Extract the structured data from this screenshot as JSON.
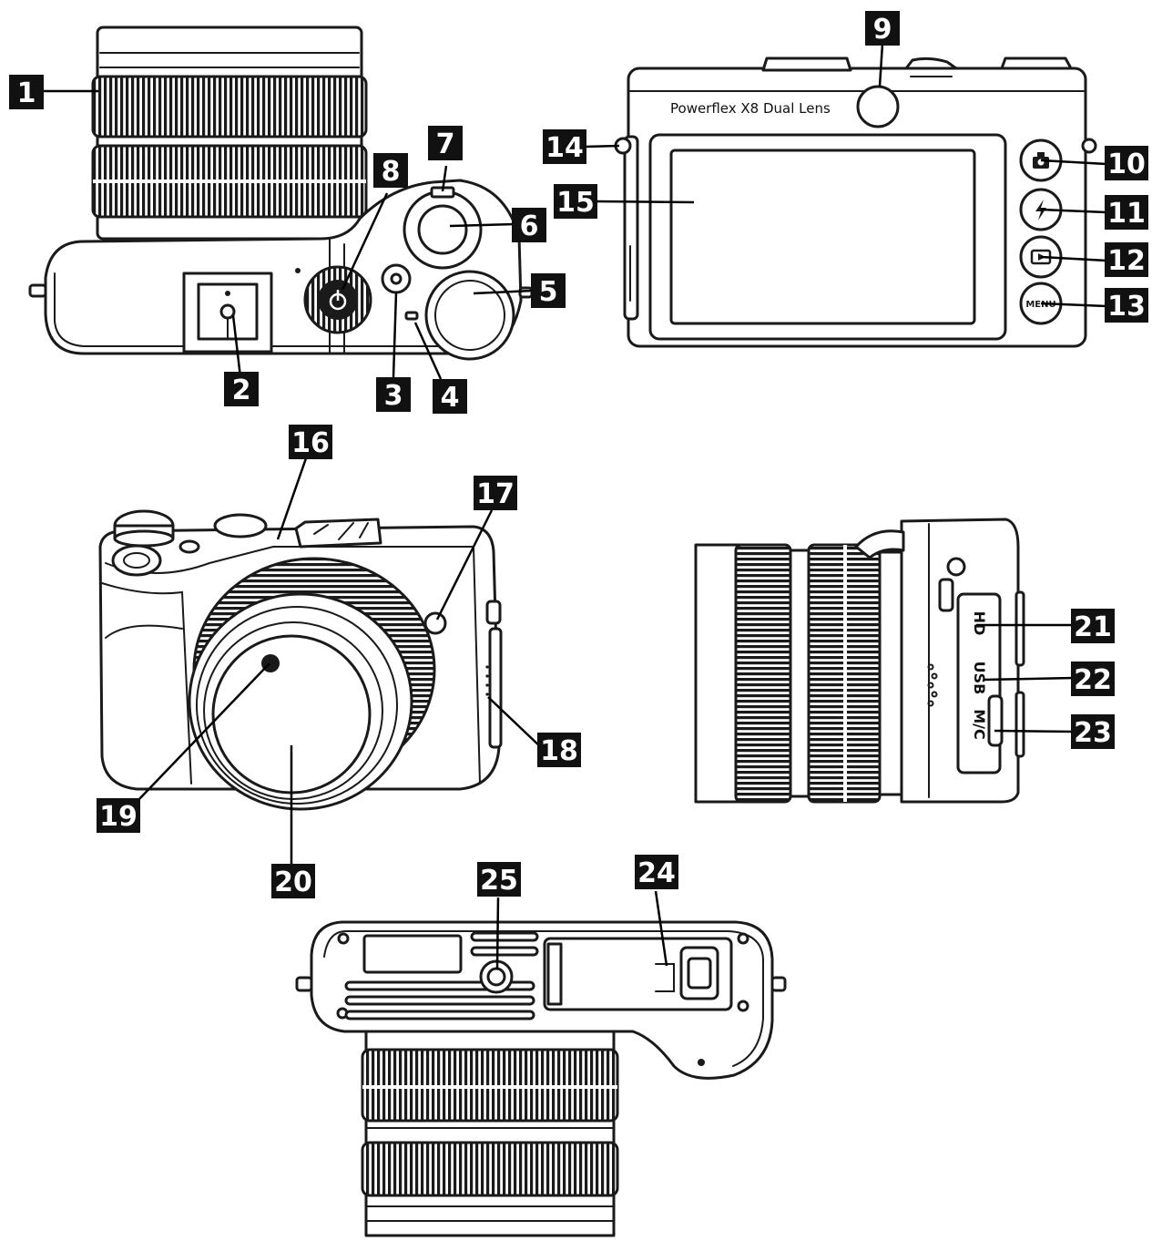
{
  "model_label": "Powerflex X8 Dual Lens",
  "icons": {
    "mode_button": "camera-mode-icon",
    "flash_button": "flash-icon",
    "playback_button": "playback-icon",
    "menu_button": "menu-icon"
  },
  "button_text": {
    "menu": "MENU"
  },
  "port_labels": {
    "hdmi": "HD",
    "usb": "USB",
    "memory_card": "M/C"
  },
  "callouts": [
    "1",
    "2",
    "3",
    "4",
    "5",
    "6",
    "7",
    "8",
    "9",
    "10",
    "11",
    "12",
    "13",
    "14",
    "15",
    "16",
    "17",
    "18",
    "19",
    "20",
    "21",
    "22",
    "23",
    "24",
    "25"
  ],
  "colors": {
    "line": "#1a1a1a",
    "callout_fill": "#111111",
    "callout_text": "#ffffff"
  }
}
